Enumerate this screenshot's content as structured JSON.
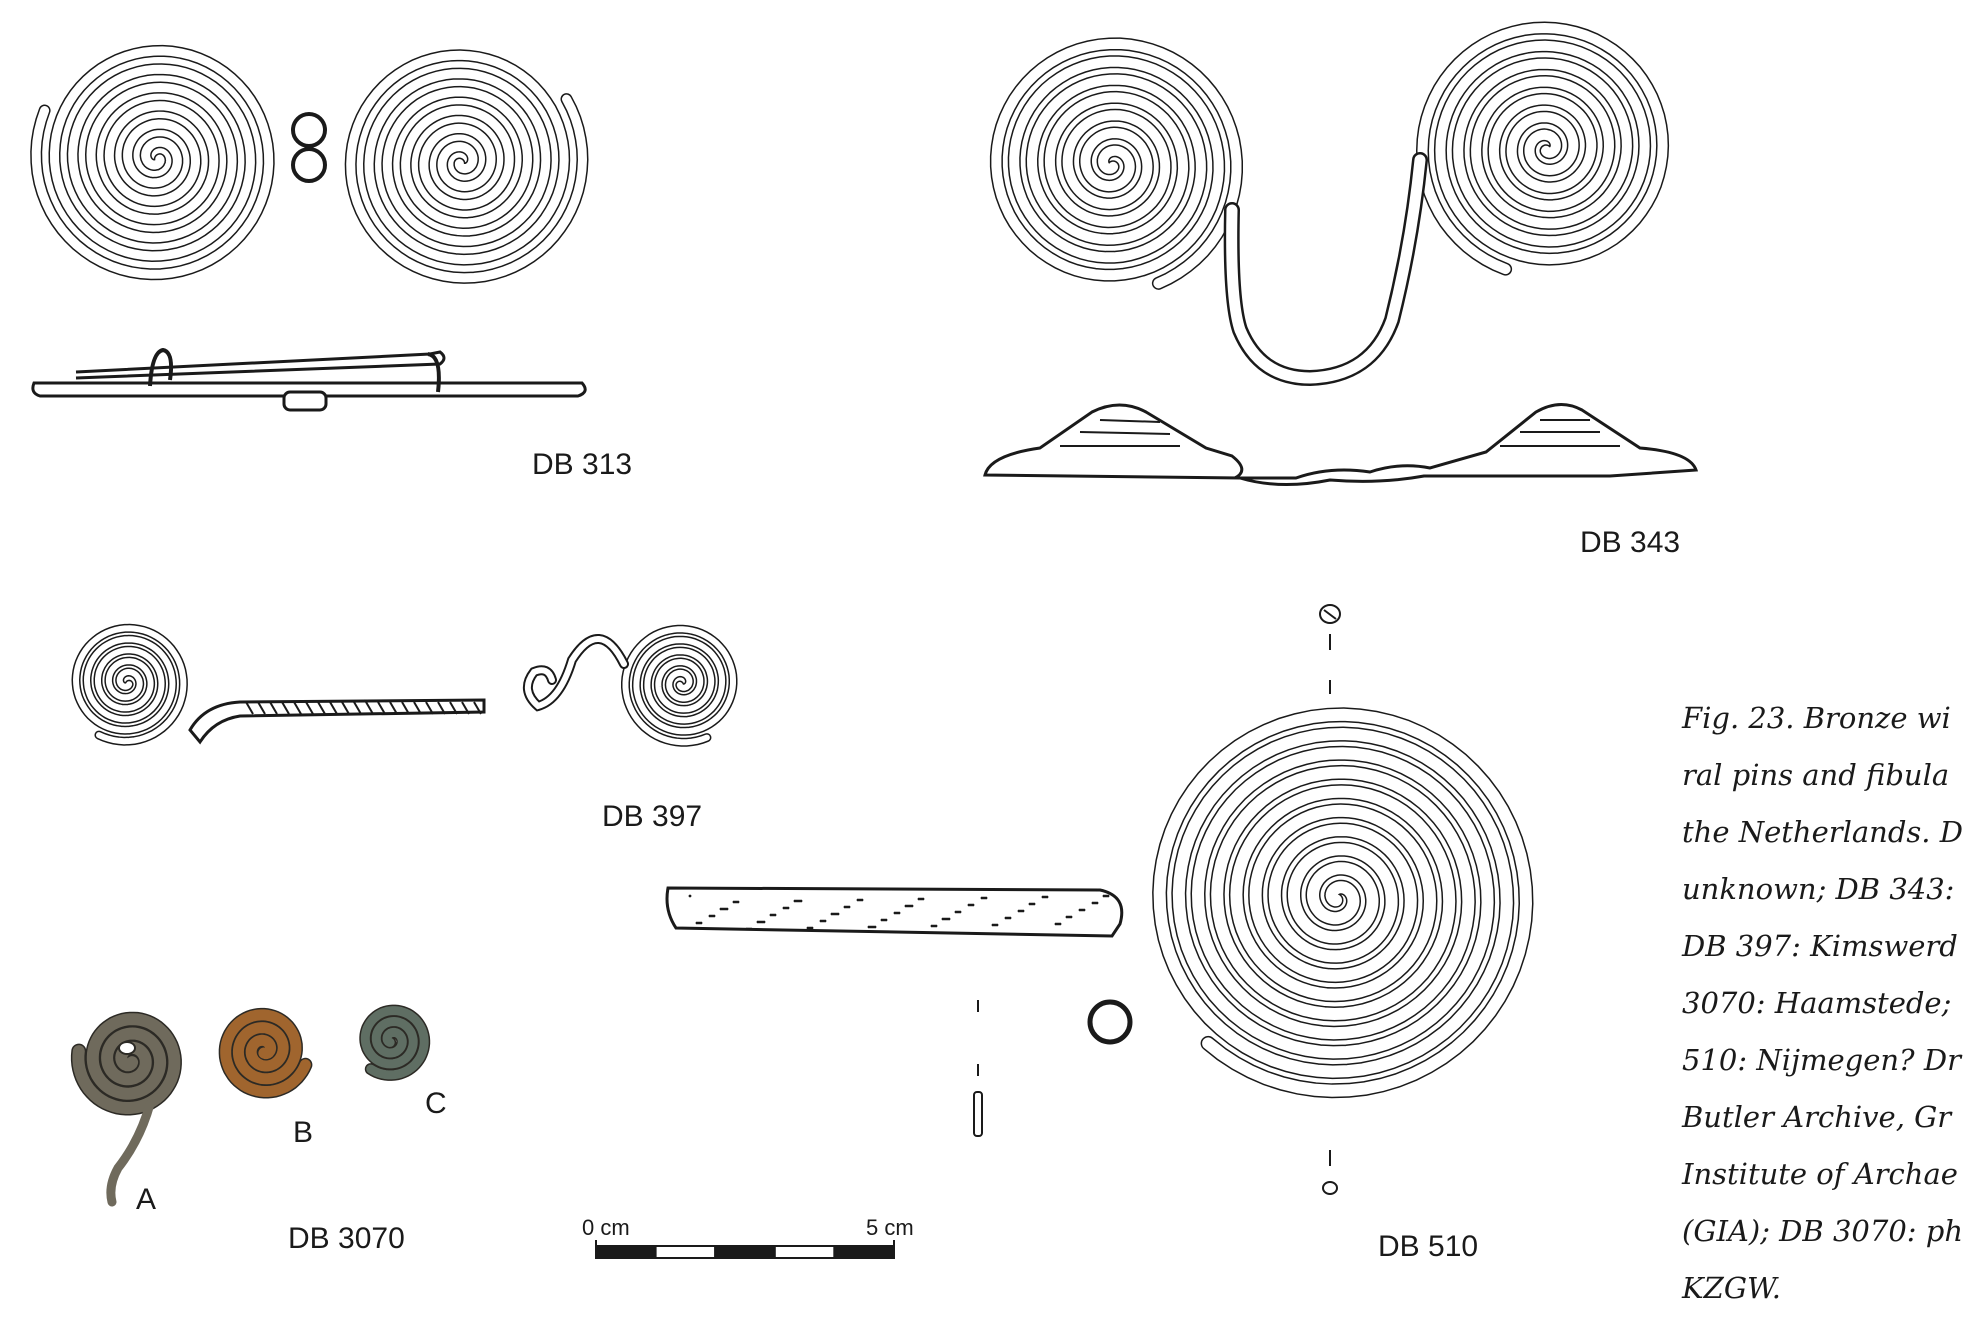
{
  "labels": {
    "db313": "DB 313",
    "db343": "DB 343",
    "db397": "DB 397",
    "db3070": "DB 3070",
    "db510": "DB 510",
    "sub_a": "A",
    "sub_b": "B",
    "sub_c": "C"
  },
  "scale_bar": {
    "left_label": "0 cm",
    "right_label": "5 cm"
  },
  "caption_lines": [
    "Fig. 23.  Bronze wi",
    "ral pins and fibula",
    "the Netherlands. D",
    "unknown; DB 343:",
    "DB 397: Kimswerd",
    "3070: Haamstede;",
    "510: Nijmegen? Dr",
    "Butler Archive, Gr",
    "Institute of Archae",
    "(GIA); DB 3070: ph",
    "KZGW."
  ],
  "colors": {
    "ink": "#1a1a1a",
    "bronze_a": "#6f6a5c",
    "bronze_b": "#a0652e",
    "bronze_c": "#5f6e63"
  }
}
